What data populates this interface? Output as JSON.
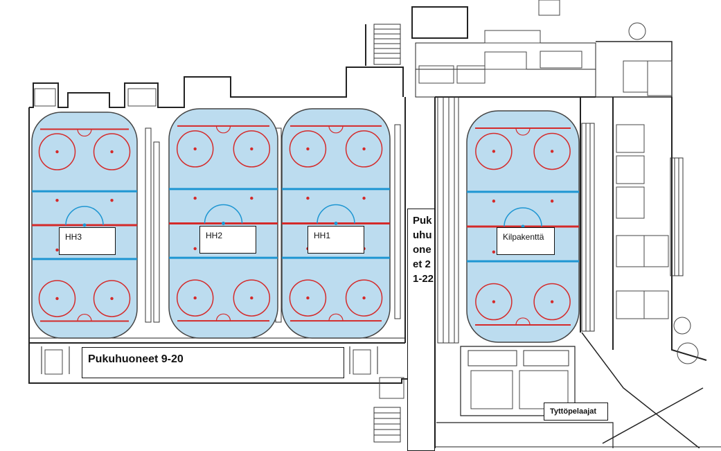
{
  "rinks": [
    {
      "id": "hh3",
      "label": "HH3"
    },
    {
      "id": "hh2",
      "label": "HH2"
    },
    {
      "id": "hh1",
      "label": "HH1"
    },
    {
      "id": "kilpakentta",
      "label": "Kilpakenttä"
    }
  ],
  "rooms": {
    "locker_9_20": "Pukuhuoneet 9-20",
    "locker_21_22": "Pukuhuoneet 21-22",
    "girls_players": "Tyttöpelaajat"
  },
  "colors": {
    "ice": "#bcdcef",
    "red_line": "#d42a2a",
    "blue_line": "#1e96d2",
    "wall": "#222222"
  }
}
